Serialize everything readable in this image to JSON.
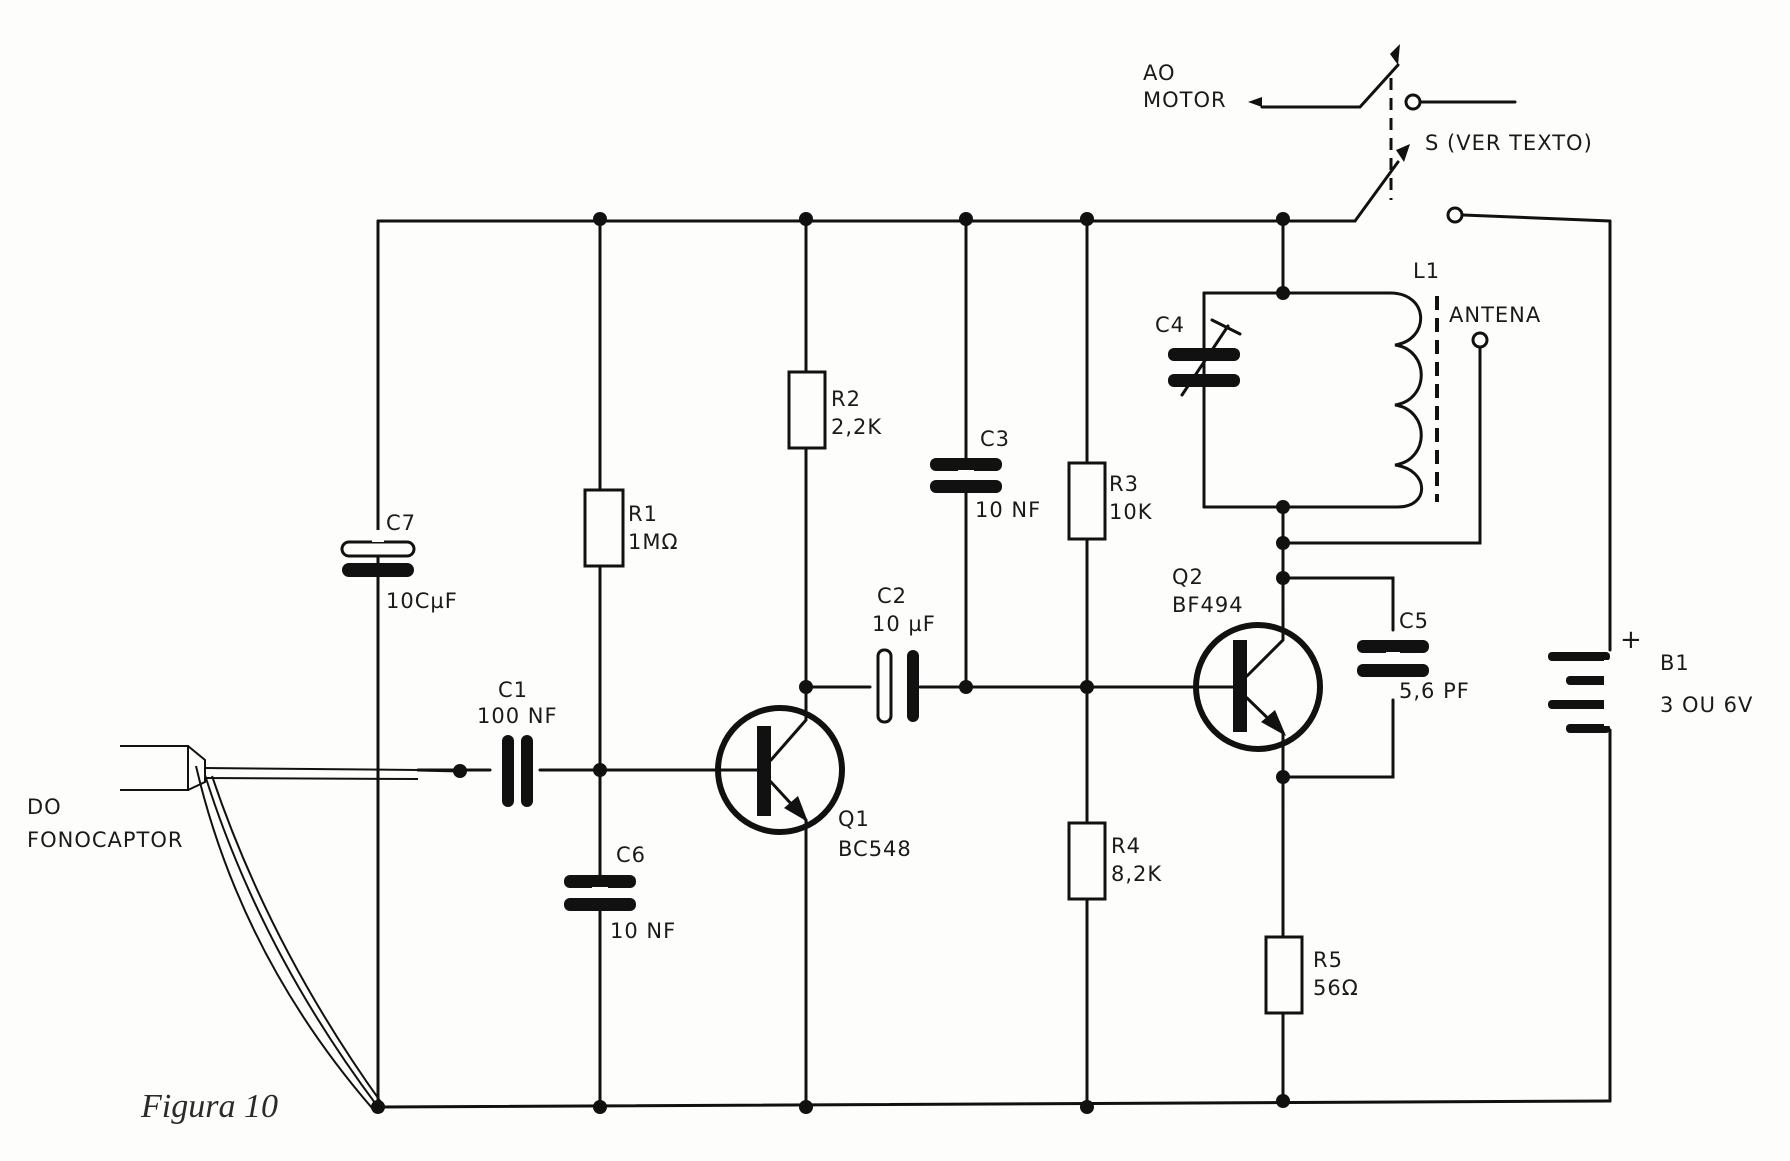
{
  "caption": "Figura 10",
  "labels": {
    "ao_motor": [
      "AO",
      "MOTOR"
    ],
    "switch": "S (VER TEXTO)",
    "fonocaptor": [
      "DO",
      "FONOCAPTOR"
    ],
    "antena": "ANTENA",
    "l1": "L1",
    "b1": "B1",
    "b1_value": "3 OU 6V",
    "b1_plus": "+"
  },
  "components": {
    "c7": {
      "ref": "C7",
      "value": "10CµF"
    },
    "r1": {
      "ref": "R1",
      "value": "1MΩ"
    },
    "r2": {
      "ref": "R2",
      "value": "2,2K"
    },
    "c3": {
      "ref": "C3",
      "value": "10 NF"
    },
    "r3": {
      "ref": "R3",
      "value": "10K"
    },
    "c4": {
      "ref": "C4"
    },
    "c1": {
      "ref": "C1",
      "value": "100 NF"
    },
    "c6": {
      "ref": "C6",
      "value": "10 NF"
    },
    "q1": {
      "ref": "Q1",
      "value": "BC548"
    },
    "c2": {
      "ref": "C2",
      "value": "10 µF"
    },
    "r4": {
      "ref": "R4",
      "value": "8,2K"
    },
    "q2": {
      "ref": "Q2",
      "value": "BF494"
    },
    "c5": {
      "ref": "C5",
      "value": "5,6 PF"
    },
    "r5": {
      "ref": "R5",
      "value": "56Ω"
    }
  }
}
